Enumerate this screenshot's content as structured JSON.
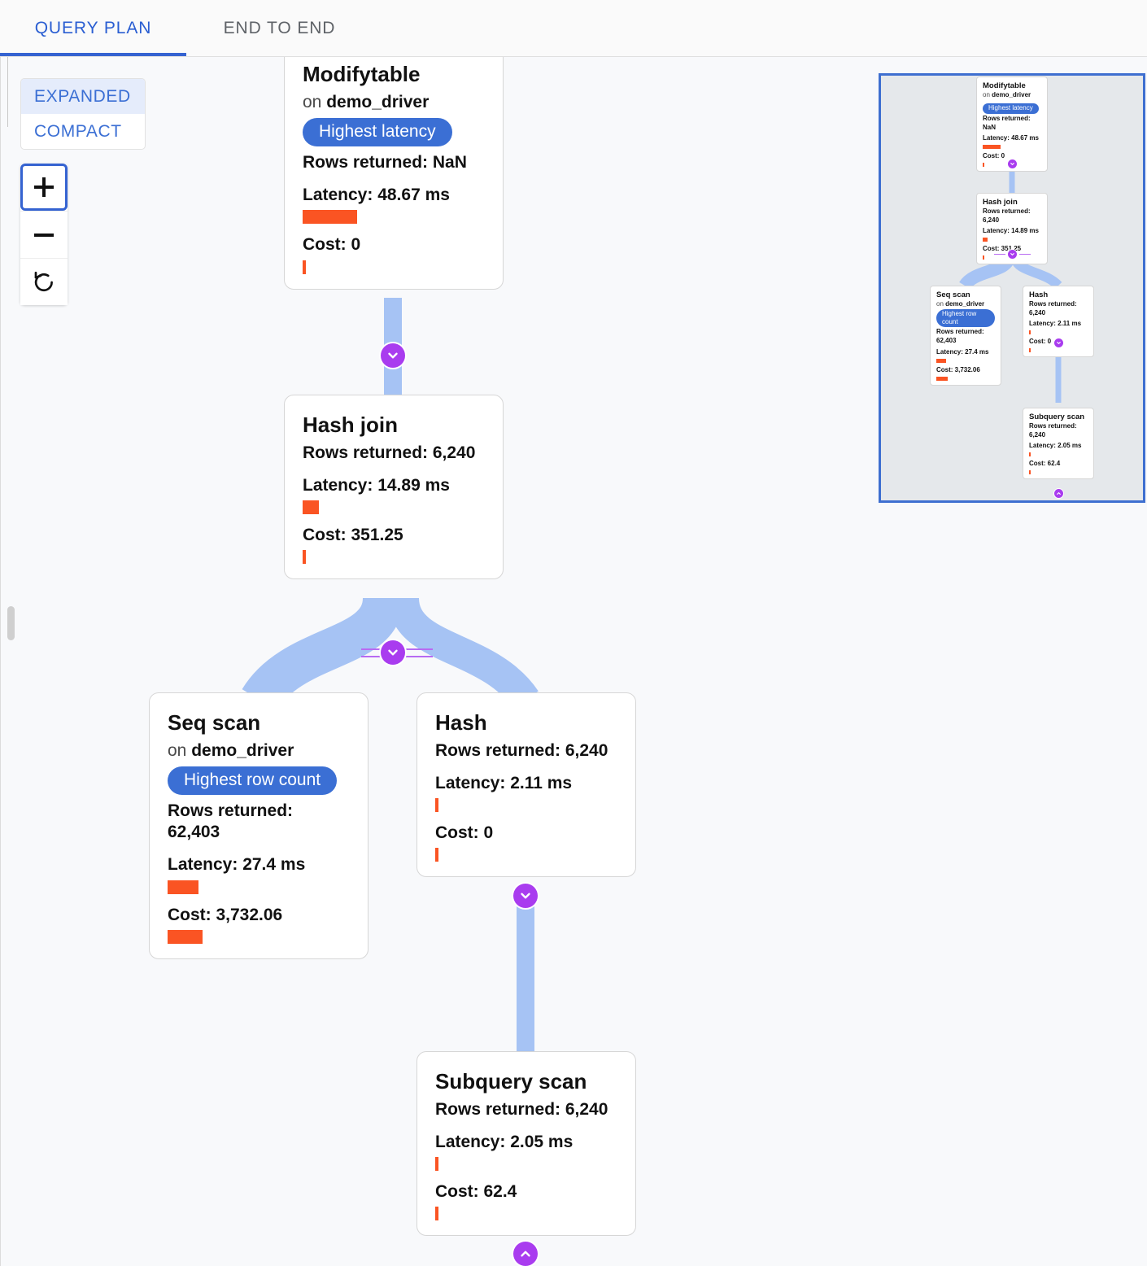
{
  "tabs": [
    {
      "label": "QUERY PLAN",
      "active": true
    },
    {
      "label": "END TO END",
      "active": false
    }
  ],
  "view_toggle": {
    "expanded_label": "EXPANDED",
    "compact_label": "COMPACT",
    "selected": "EXPANDED"
  },
  "zoom_controls": {
    "zoom_in_label": "+",
    "zoom_out_label": "−",
    "reset_label": "↺"
  },
  "colors": {
    "accent_blue": "#3563d1",
    "badge_blue": "#3b6fd4",
    "bar_orange": "#fa5423",
    "edge_blue": "#a6c3f4",
    "chevron_purple": "#a93cef",
    "minimap_bg": "#e5e8eb",
    "minimap_border": "#3e6fd0",
    "canvas_bg": "#f8f9fb"
  },
  "labels": {
    "on_prefix": "on",
    "rows_prefix": "Rows returned:",
    "latency_prefix": "Latency:",
    "cost_prefix": "Cost:"
  },
  "nodes": [
    {
      "id": "modifytable",
      "title": "Modifytable",
      "relation": "demo_driver",
      "badge": "Highest latency",
      "rows": "Rows returned: NaN",
      "latency": "Latency: 48.67 ms",
      "latency_bar_pct": 30,
      "cost": "Cost: 0",
      "cost_bar_pct": 2,
      "collapsible": true
    },
    {
      "id": "hashjoin",
      "title": "Hash join",
      "relation": null,
      "badge": null,
      "rows": "Rows returned: 6,240",
      "latency": "Latency: 14.89 ms",
      "latency_bar_pct": 9,
      "cost": "Cost: 351.25",
      "cost_bar_pct": 2,
      "collapsible": true
    },
    {
      "id": "seqscan",
      "title": "Seq scan",
      "relation": "demo_driver",
      "badge": "Highest row count",
      "rows": "Rows returned: 62,403",
      "latency": "Latency: 27.4 ms",
      "latency_bar_pct": 17,
      "cost": "Cost: 3,732.06",
      "cost_bar_pct": 19,
      "collapsible": false
    },
    {
      "id": "hash",
      "title": "Hash",
      "relation": null,
      "badge": null,
      "rows": "Rows returned: 6,240",
      "latency": "Latency: 2.11 ms",
      "latency_bar_pct": 2,
      "cost": "Cost: 0",
      "cost_bar_pct": 2,
      "collapsible": true
    },
    {
      "id": "subqueryscan",
      "title": "Subquery scan",
      "relation": null,
      "badge": null,
      "rows": "Rows returned: 6,240",
      "latency": "Latency: 2.05 ms",
      "latency_bar_pct": 2,
      "cost": "Cost: 62.4",
      "cost_bar_pct": 2,
      "collapsible": true
    }
  ]
}
